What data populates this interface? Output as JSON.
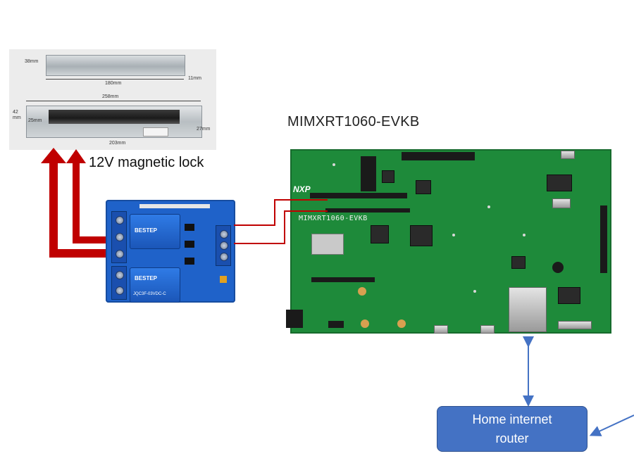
{
  "labels": {
    "lock": "12V magnetic lock",
    "board": "MIMXRT1060-EVKB",
    "router": "Home internet\nrouter"
  },
  "lock_dimensions": {
    "top_height": "38mm",
    "top_length": "180mm",
    "top_thickness": "11mm",
    "overall_length": "258mm",
    "height": "42\nmm",
    "inner_height": "25mm",
    "side_thickness": "27mm",
    "base_length": "203mm"
  },
  "relay_text": {
    "brand_top": "BESTEP",
    "brand_bottom": "BESTEP",
    "model": "JQC3F-03VDC-C"
  },
  "board_text": {
    "logo": "NXP",
    "silkscreen": "MIMXRT1060-EVKB"
  },
  "colors": {
    "power_arrow": "#c00000",
    "signal_wire": "#c00000",
    "connector": "#4472c4",
    "router_fill": "#4472c4"
  }
}
